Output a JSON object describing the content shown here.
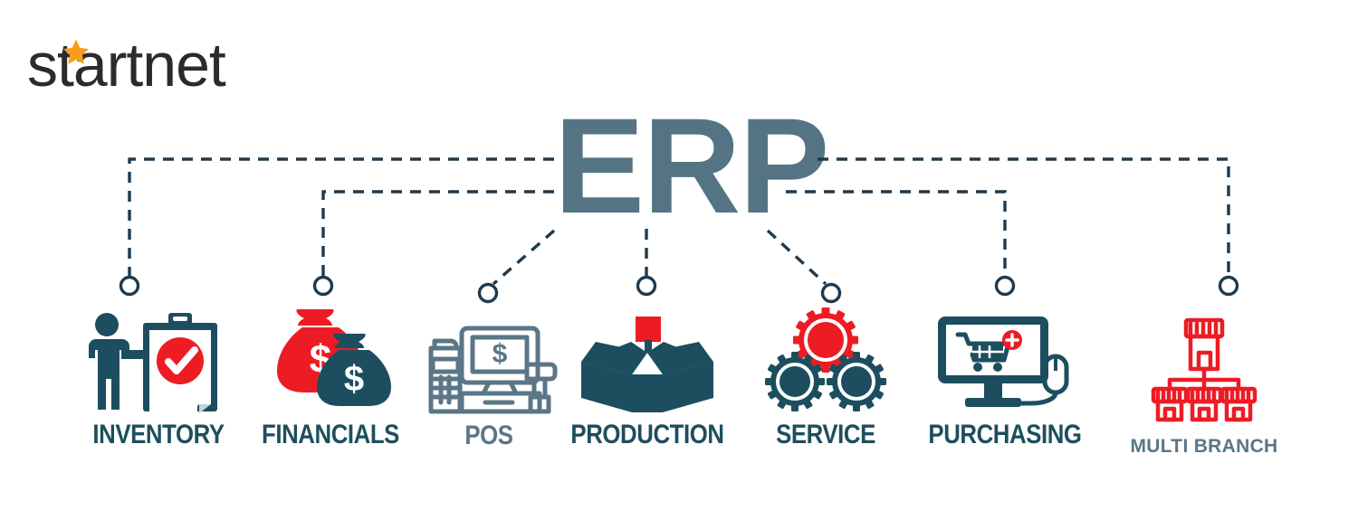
{
  "brand": {
    "name": "startnet",
    "star_icon": "star-icon",
    "text_color": "#2b2b2b",
    "star_color": "#f89c1c"
  },
  "diagram": {
    "title": "ERP",
    "title_color": "#547484",
    "connector_color": "#1f3a4d",
    "accent_red": "#ed1c24",
    "accent_teal": "#1d4e5f",
    "accent_slate": "#5a7687",
    "nodes": [
      {
        "id": "inventory",
        "label": "INVENTORY",
        "icon": "clipboard-checklist-icon",
        "style": "dark"
      },
      {
        "id": "financials",
        "label": "FINANCIALS",
        "icon": "money-bags-icon",
        "style": "dark"
      },
      {
        "id": "pos",
        "label": "POS",
        "icon": "point-of-sale-icon",
        "style": "light"
      },
      {
        "id": "production",
        "label": "PRODUCTION",
        "icon": "open-box-icon",
        "style": "dark"
      },
      {
        "id": "service",
        "label": "SERVICE",
        "icon": "gears-icon",
        "style": "dark"
      },
      {
        "id": "purchasing",
        "label": "PURCHASING",
        "icon": "monitor-cart-mouse-icon",
        "style": "dark"
      },
      {
        "id": "multibranch",
        "label": "MULTI BRANCH",
        "icon": "store-hierarchy-icon",
        "style": "plain"
      }
    ]
  }
}
